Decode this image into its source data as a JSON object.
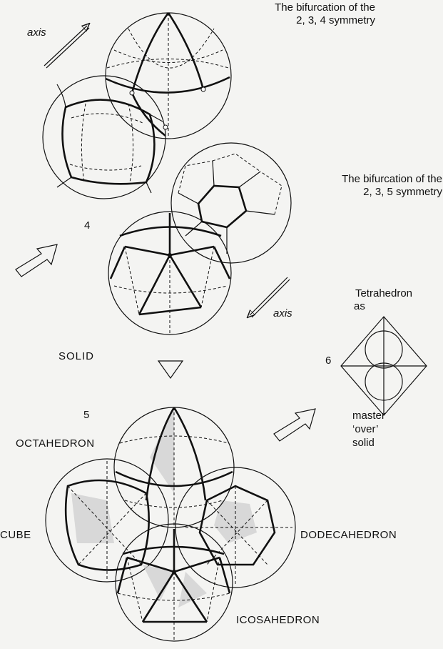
{
  "labels": {
    "bifurcation_234_line1": "The bifurcation of the",
    "bifurcation_234_line2": "2, 3, 4 symmetry",
    "bifurcation_235_line1": "The bifurcation of the",
    "bifurcation_235_line2": "2, 3, 5 symmetry",
    "axis_top": "axis",
    "axis_mid": "axis",
    "figure_4": "4",
    "figure_5": "5",
    "figure_6": "6",
    "solid": "SOLID",
    "tetrahedron_line1": "Tetrahedron",
    "tetrahedron_line2": "as",
    "master_line1": "master",
    "master_line2": "‘over’",
    "master_line3": "solid",
    "octahedron": "OCTAHEDRON",
    "cube": "CUBE",
    "dodecahedron": "DODECAHEDRON",
    "icosahedron": "ICOSAHEDRON"
  }
}
